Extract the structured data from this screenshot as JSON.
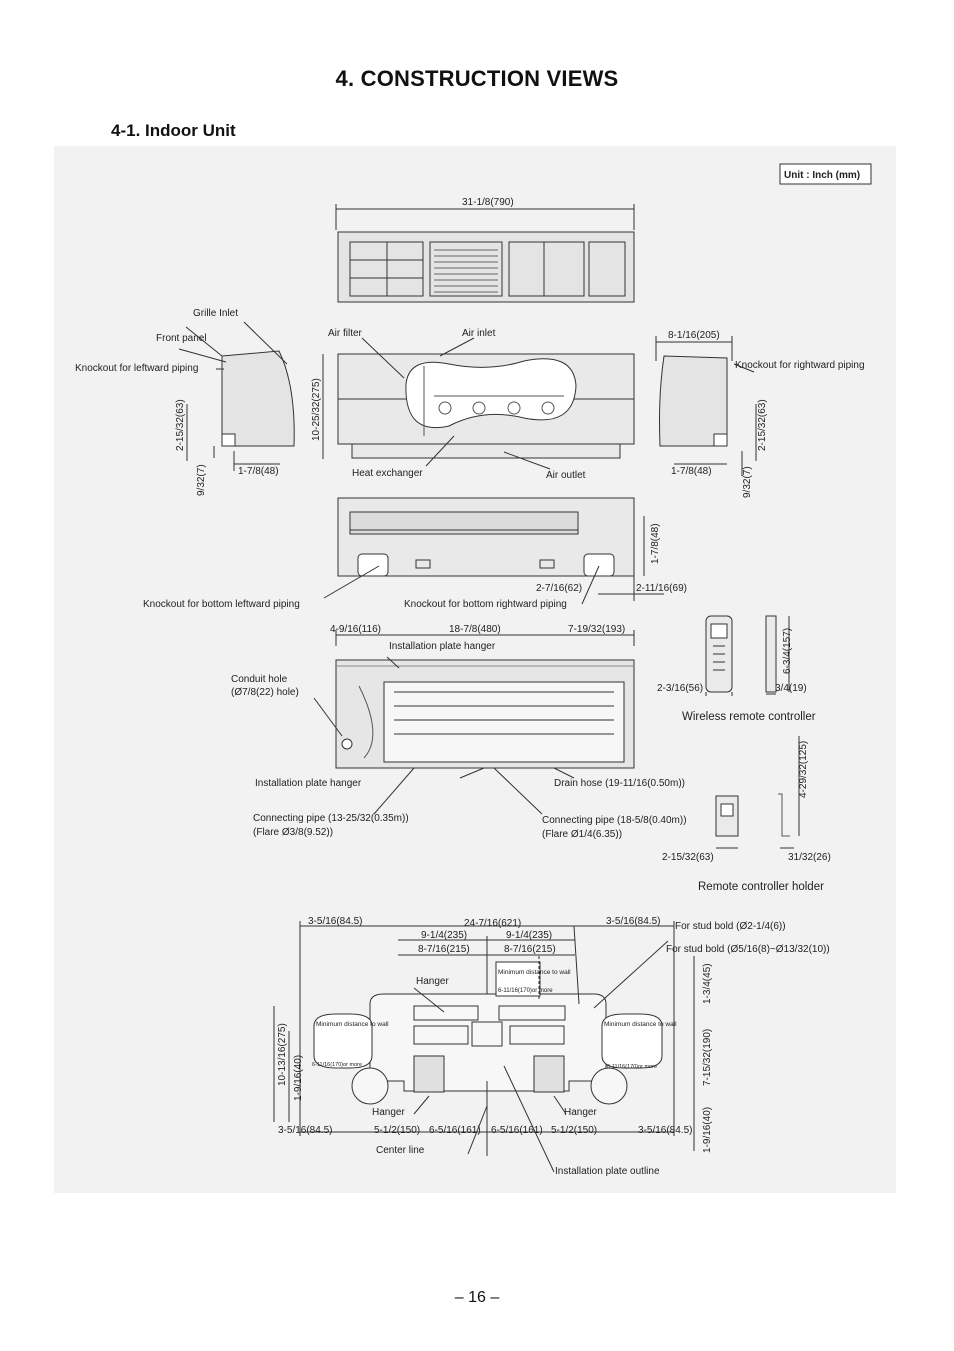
{
  "page": {
    "title": "4. CONSTRUCTION VIEWS",
    "subtitle": "4-1. Indoor Unit",
    "page_number": "– 16 –"
  },
  "labels": {
    "unit": "Unit : Inch (mm)",
    "width_top": "31-1/8(790)",
    "grille_inlet": "Grille Inlet",
    "front_panel": "Front panel",
    "knockout_left": "Knockout for leftward piping",
    "air_filter": "Air filter",
    "air_inlet": "Air inlet",
    "depth": "8-1/16(205)",
    "knockout_right": "Knockout for rightward piping",
    "height_main": "10-25/32(275)",
    "left_2_15_32": "2-15/32(63)",
    "left_9_32": "9/32(7)",
    "left_1_7_8": "1-7/8(48)",
    "heat_exchanger": "Heat exchanger",
    "air_outlet": "Air outlet",
    "right_1_7_8": "1-7/8(48)",
    "right_9_32": "9/32(7)",
    "right_2_15_32": "2-15/32(63)",
    "bottom_1_7_8": "1-7/8(48)",
    "bottom_2_7_16": "2-7/16(62)",
    "bottom_2_11_16": "2-11/16(69)",
    "knockout_bottom_left": "Knockout for bottom leftward piping",
    "knockout_bottom_right": "Knockout for bottom rightward piping",
    "rear_4_9_16": "4-9/16(116)",
    "rear_18_7_8": "18-7/8(480)",
    "rear_7_19_32": "7-19/32(193)",
    "plate_hanger_top": "Installation plate hanger",
    "conduit_hole": "Conduit hole",
    "conduit_hole_size": "(Ø7/8(22) hole)",
    "plate_hanger_bottom": "Installation plate hanger",
    "drain_hose": "Drain hose (19-11/16(0.50m))",
    "pipe_left": "Connecting pipe (13-25/32(0.35m))",
    "pipe_left_flare": "(Flare Ø3/8(9.52))",
    "pipe_right": "Connecting pipe (18-5/8(0.40m))",
    "pipe_right_flare": "(Flare Ø1/4(6.35))",
    "remote_height": "6-3/4(157)",
    "remote_width": "2-3/16(56)",
    "remote_depth": "3/4(19)",
    "remote_caption": "Wireless remote controller",
    "holder_height": "4-29/32(125)",
    "holder_width": "2-15/32(63)",
    "holder_depth": "31/32(26)",
    "holder_caption": "Remote controller holder",
    "plate_left_offset": "3-5/16(84.5)",
    "plate_total": "24-7/16(621)",
    "plate_right_offset": "3-5/16(84.5)",
    "plate_9_1_4_a": "9-1/4(235)",
    "plate_9_1_4_b": "9-1/4(235)",
    "plate_8_7_16_a": "8-7/16(215)",
    "plate_8_7_16_b": "8-7/16(215)",
    "stud_bold_1": "For stud bold (Ø2-1/4(6))",
    "stud_bold_2": "For stud bold (Ø5/16(8)~Ø13/32(10))",
    "hanger_top": "Hanger",
    "min_dist_top": "Minimum distance to wall",
    "min_dist_top_val": "6-11/16(170)or more",
    "min_dist_left": "Minimum distance to wall",
    "min_dist_left_val": "6-11/16(170)or more",
    "min_dist_right": "Minimum distance to wall",
    "min_dist_right_val": "6-11/16(170)or more",
    "plate_height": "10-13/16(275)",
    "plate_1_9_16_left": "1-9/16(40)",
    "plate_1_3_4": "1-3/4(45)",
    "plate_7_15_32": "7-15/32(190)",
    "plate_1_9_16_right": "1-9/16(40)",
    "hanger_left": "Hanger",
    "hanger_right": "Hanger",
    "bottom_left_offset": "3-5/16(84.5)",
    "bottom_5_1_2_a": "5-1/2(150)",
    "bottom_6_5_16_a": "6-5/16(161)",
    "bottom_6_5_16_b": "6-5/16(161)",
    "bottom_5_1_2_b": "5-1/2(150)",
    "bottom_right_offset": "3-5/16(84.5)",
    "center_line": "Center line",
    "plate_outline": "Installation plate outline"
  }
}
